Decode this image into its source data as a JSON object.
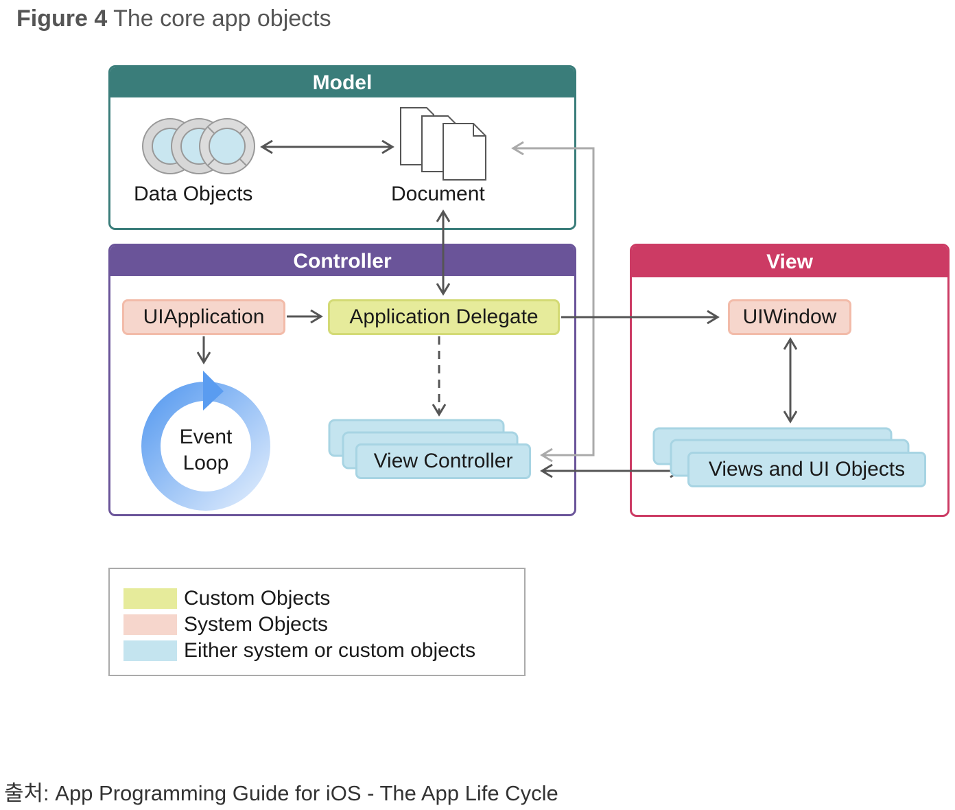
{
  "figure": {
    "number": "Figure 4",
    "title": "The core app objects"
  },
  "sections": {
    "model": {
      "title": "Model",
      "color": "#3a7d7a"
    },
    "controller": {
      "title": "Controller",
      "color": "#6a5499"
    },
    "view": {
      "title": "View",
      "color": "#cc3b64"
    }
  },
  "nodes": {
    "data_objects": "Data Objects",
    "document": "Document",
    "ui_application": "UIApplication",
    "app_delegate": "Application Delegate",
    "event_loop_line1": "Event",
    "event_loop_line2": "Loop",
    "view_controller": "View Controller",
    "ui_window": "UIWindow",
    "views_ui_objects": "Views and UI Objects"
  },
  "legend": {
    "items": [
      {
        "label": "Custom Objects",
        "color": "#e6eb9b"
      },
      {
        "label": "System Objects",
        "color": "#f6d6cc"
      },
      {
        "label": "Either system or custom objects",
        "color": "#c4e4ef"
      }
    ]
  },
  "source": "출처: App Programming Guide for iOS - The App Life Cycle"
}
